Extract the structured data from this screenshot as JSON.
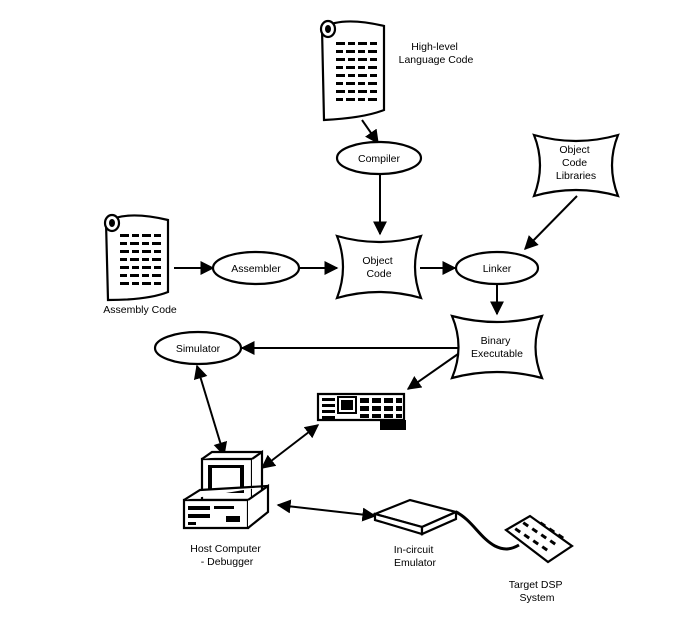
{
  "diagram": {
    "nodes": {
      "high_level_code": {
        "label_lines": [
          "High-level",
          "Language Code"
        ]
      },
      "compiler": {
        "label": "Compiler"
      },
      "object_code_libraries": {
        "label_lines": [
          "Object",
          "Code",
          "Libraries"
        ]
      },
      "assembly_code": {
        "label": "Assembly Code"
      },
      "assembler": {
        "label": "Assembler"
      },
      "object_code": {
        "label_lines": [
          "Object",
          "Code"
        ]
      },
      "linker": {
        "label": "Linker"
      },
      "binary_executable": {
        "label_lines": [
          "Binary",
          "Executable"
        ]
      },
      "simulator": {
        "label": "Simulator"
      },
      "host_computer": {
        "label_lines": [
          "Host Computer",
          "- Debugger"
        ]
      },
      "in_circuit_emulator": {
        "label_lines": [
          "In-circuit",
          "Emulator"
        ]
      },
      "target_dsp": {
        "label_lines": [
          "Target DSP",
          "System"
        ]
      }
    },
    "edges": [
      {
        "from": "high_level_code",
        "to": "compiler"
      },
      {
        "from": "compiler",
        "to": "object_code"
      },
      {
        "from": "assembly_code",
        "to": "assembler"
      },
      {
        "from": "assembler",
        "to": "object_code"
      },
      {
        "from": "object_code",
        "to": "linker"
      },
      {
        "from": "object_code_libraries",
        "to": "linker"
      },
      {
        "from": "linker",
        "to": "binary_executable"
      },
      {
        "from": "binary_executable",
        "to": "simulator"
      },
      {
        "from": "binary_executable",
        "to": "dev_board"
      },
      {
        "from": "simulator",
        "to": "host_computer",
        "bidirectional": true
      },
      {
        "from": "dev_board",
        "to": "host_computer",
        "bidirectional": true
      },
      {
        "from": "host_computer",
        "to": "in_circuit_emulator",
        "bidirectional": true
      },
      {
        "from": "in_circuit_emulator",
        "to": "target_dsp",
        "connector": "cable"
      }
    ]
  }
}
